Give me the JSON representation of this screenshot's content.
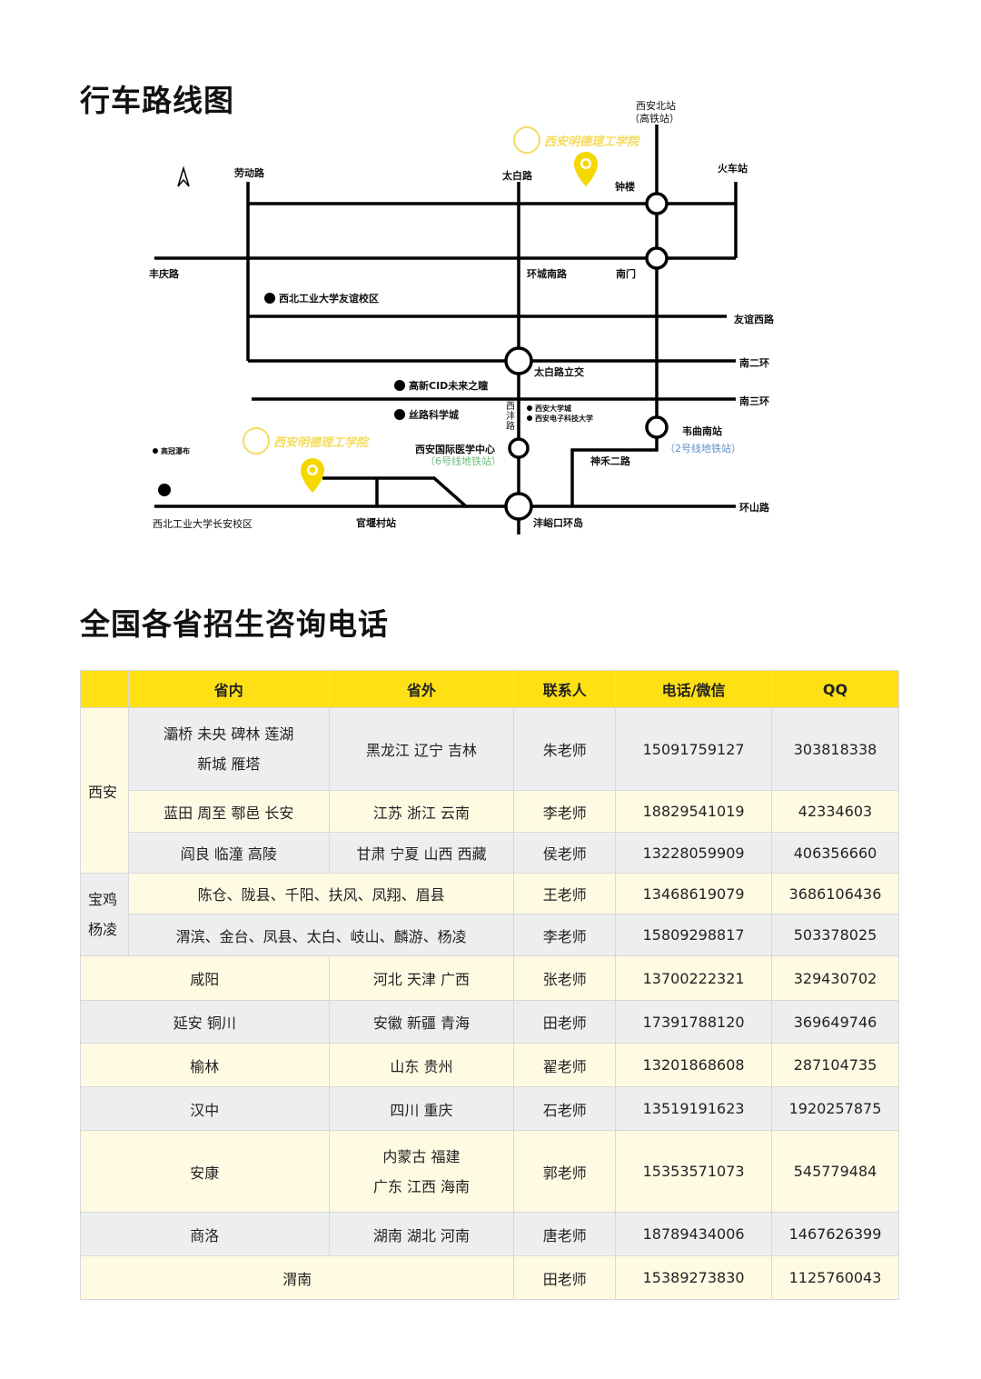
{
  "map_section": {
    "title": "行车路线图",
    "logo_text": "西安明德理工学院",
    "labels": {
      "xian_north": "西安北站",
      "xian_north_sub": "（高铁站）",
      "laodong": "劳动路",
      "taibai": "太白路",
      "zhonglou": "钟楼",
      "railway": "火车站",
      "fengqing": "丰庆路",
      "huancheng_south": "环城南路",
      "nanmen": "南门",
      "nwpu_youyi": "西北工业大学友谊校区",
      "youyi_west": "友谊西路",
      "nan_erhuan": "南二环",
      "taibai_overpass": "太白路立交",
      "cid": "高新CID未来之瞳",
      "nan_sanhuan": "南三环",
      "silk_road": "丝路科学城",
      "xiyang_road": "西\n沣\n路",
      "xian_univ_city": "西安大学城",
      "xidian": "西安电子科技大学",
      "weiqu_south": "韦曲南站",
      "line2": "（2号线地铁站）",
      "gaoguan": "高冠瀑布",
      "medical_center": "西安国际医学中心",
      "line6": "（6号线地铁站）",
      "shenhe": "神禾二路",
      "nwpu_changan": "西北工业大学长安校区",
      "guanyan": "官堰村站",
      "fengyukou": "沣峪口环岛",
      "huanshan": "环山路"
    }
  },
  "table_section": {
    "title": "全国各省招生咨询电话",
    "headers": [
      "",
      "省内",
      "省外",
      "联系人",
      "电话/微信",
      "QQ"
    ],
    "groups": {
      "xian": "西安",
      "baoji": "宝鸡\n杨凌"
    },
    "rows": [
      {
        "inner": "灞桥 未央 碑林 莲湖\n新城 雁塔",
        "outer": "黑龙江 辽宁 吉林",
        "contact": "朱老师",
        "phone": "15091759127",
        "qq": "303818338"
      },
      {
        "inner": "蓝田 周至 鄠邑 长安",
        "outer": "江苏 浙江 云南",
        "contact": "李老师",
        "phone": "18829541019",
        "qq": "42334603"
      },
      {
        "inner": "阎良 临潼 高陵",
        "outer": "甘肃 宁夏 山西 西藏",
        "contact": "侯老师",
        "phone": "13228059909",
        "qq": "406356660"
      },
      {
        "inner": "陈仓、陇县、千阳、扶风、凤翔、眉县",
        "outer": "",
        "contact": "王老师",
        "phone": "13468619079",
        "qq": "3686106436"
      },
      {
        "inner": "渭滨、金台、凤县、太白、岐山、麟游、杨凌",
        "outer": "",
        "contact": "李老师",
        "phone": "15809298817",
        "qq": "503378025"
      },
      {
        "inner": "咸阳",
        "outer": "河北 天津 广西",
        "contact": "张老师",
        "phone": "13700222321",
        "qq": "329430702"
      },
      {
        "inner": "延安 铜川",
        "outer": "安徽 新疆 青海",
        "contact": "田老师",
        "phone": "17391788120",
        "qq": "369649746"
      },
      {
        "inner": "榆林",
        "outer": "山东 贵州",
        "contact": "翟老师",
        "phone": "13201868608",
        "qq": "287104735"
      },
      {
        "inner": "汉中",
        "outer": "四川 重庆",
        "contact": "石老师",
        "phone": "13519191623",
        "qq": "1920257875"
      },
      {
        "inner": "安康",
        "outer": "内蒙古 福建\n广东 江西 海南",
        "contact": "郭老师",
        "phone": "15353571073",
        "qq": "545779484"
      },
      {
        "inner": "商洛",
        "outer": "湖南 湖北 河南",
        "contact": "唐老师",
        "phone": "18789434006",
        "qq": "1467626399"
      },
      {
        "inner": "渭南",
        "outer": "",
        "contact": "田老师",
        "phone": "15389273830",
        "qq": "1125760043"
      }
    ]
  },
  "colors": {
    "header_yellow": "#ffe014",
    "row_yellow": "#fffbe3",
    "row_gray": "#edeef0",
    "pin_yellow": "#f5d800"
  }
}
